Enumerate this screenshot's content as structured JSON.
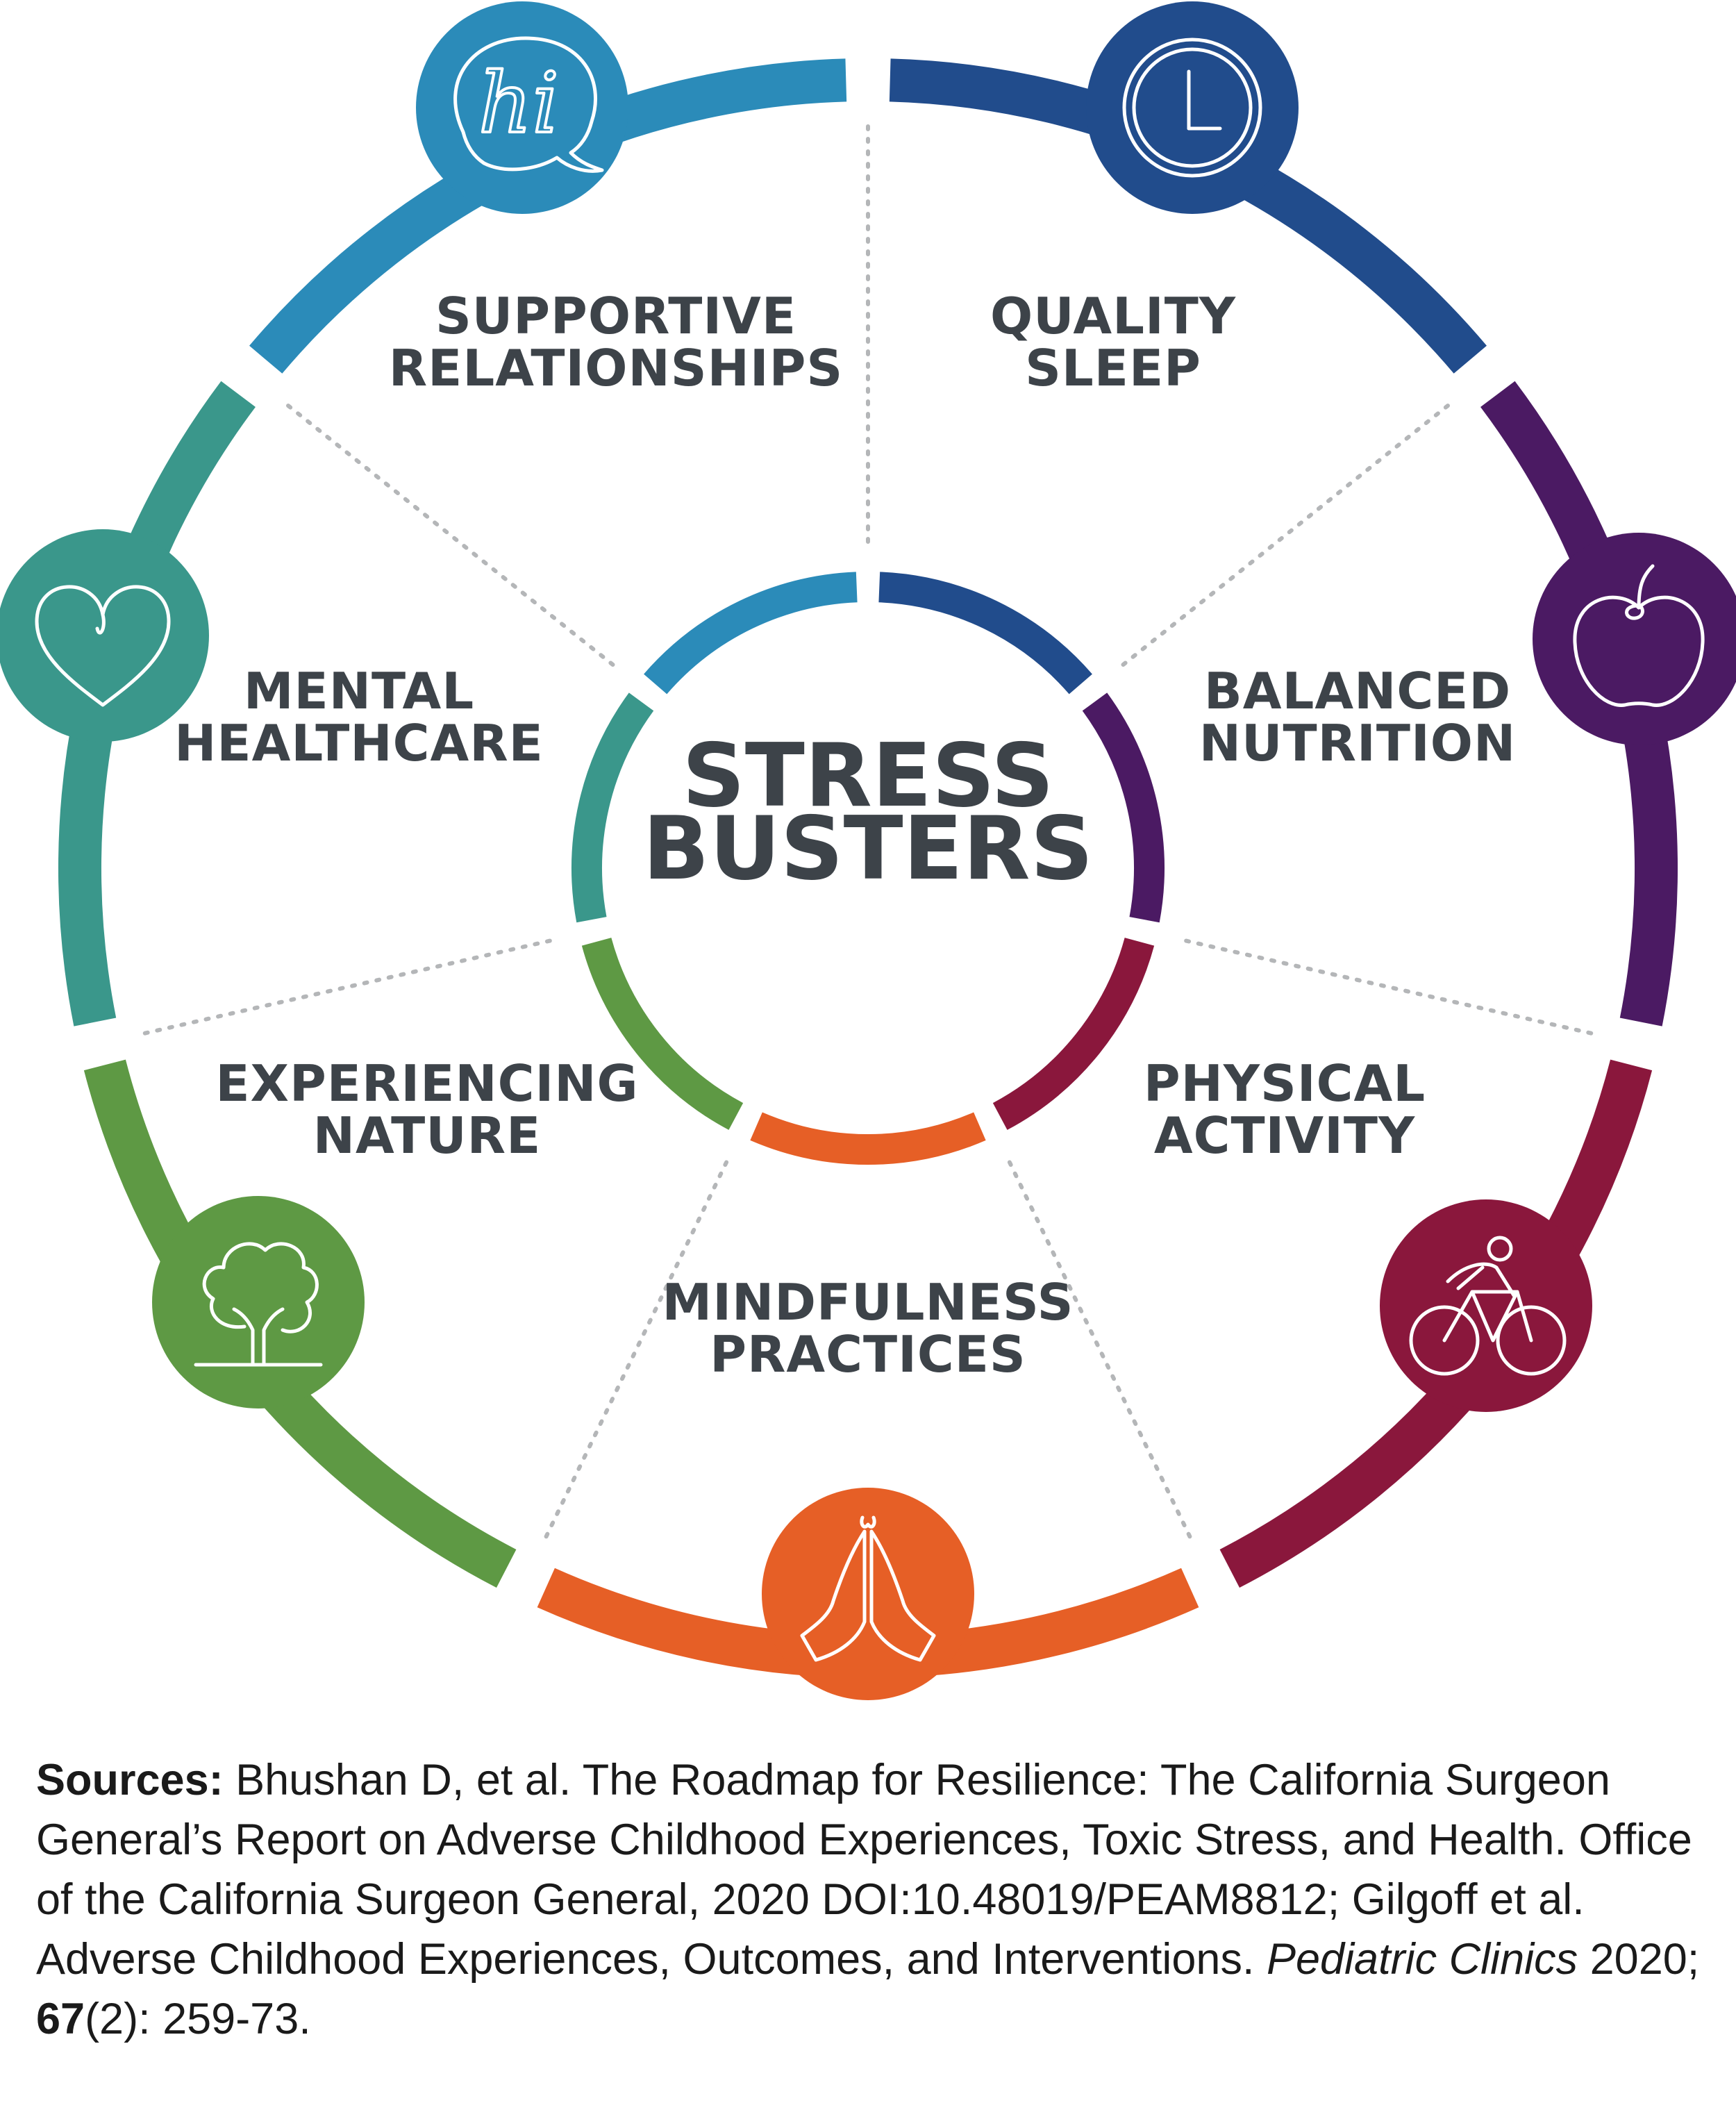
{
  "center": {
    "line1": "STRESS",
    "line2": "BUSTERS"
  },
  "categories": [
    {
      "id": "supportive-relationships",
      "line1": "SUPPORTIVE",
      "line2": "RELATIONSHIPS",
      "color": "#2b8bb9",
      "icon": "speech-bubble-hi-icon",
      "icon_text": "hi"
    },
    {
      "id": "quality-sleep",
      "line1": "QUALITY",
      "line2": "SLEEP",
      "color": "#214c8c",
      "icon": "clock-icon"
    },
    {
      "id": "balanced-nutrition",
      "line1": "BALANCED",
      "line2": "NUTRITION",
      "color": "#4b1a63",
      "icon": "apple-icon"
    },
    {
      "id": "physical-activity",
      "line1": "PHYSICAL",
      "line2": "ACTIVITY",
      "color": "#8a173c",
      "icon": "cyclist-icon"
    },
    {
      "id": "mindfulness-practices",
      "line1": "MINDFULNESS",
      "line2": "PRACTICES",
      "color": "#e65f26",
      "icon": "praying-hands-icon"
    },
    {
      "id": "experiencing-nature",
      "line1": "EXPERIENCING",
      "line2": "NATURE",
      "color": "#5e9944",
      "icon": "tree-icon"
    },
    {
      "id": "mental-healthcare",
      "line1": "MENTAL",
      "line2": "HEALTHCARE",
      "color": "#3a978b",
      "icon": "heart-icon"
    }
  ],
  "sources": {
    "label": "Sources:",
    "text_a": " Bhushan D, et al. The Roadmap for Resilience: The California Surgeon General’s Report on Adverse Childhood Experiences, Toxic Stress, and Health. Office of the California Surgeon General, 2020 DOI:10.48019/PEAM8812; Gilgoff et al. Adverse Childhood Experiences, Outcomes, and Interventions. ",
    "journal": "Pediatric Clinics",
    "text_b": " 2020; ",
    "volume": "67",
    "text_c": "(2): 259-73."
  }
}
